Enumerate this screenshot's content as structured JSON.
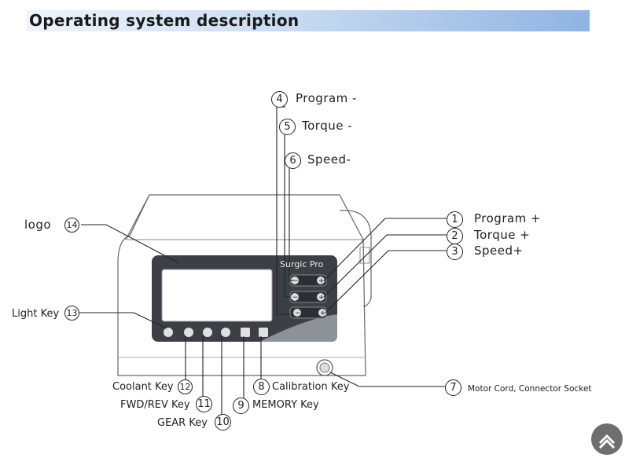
{
  "header": {
    "title": "Operating system description"
  },
  "device": {
    "brand": "Surgic Pro"
  },
  "callouts": [
    {
      "num": "1",
      "label": "Program +"
    },
    {
      "num": "2",
      "label": "Torque +"
    },
    {
      "num": "3",
      "label": "Speed+"
    },
    {
      "num": "4",
      "label": "Program -"
    },
    {
      "num": "5",
      "label": "Torque -"
    },
    {
      "num": "6",
      "label": "Speed-"
    },
    {
      "num": "7",
      "label": "Motor Cord, Connector Socket"
    },
    {
      "num": "8",
      "label": "Calibration Key"
    },
    {
      "num": "9",
      "label": "MEMORY Key"
    },
    {
      "num": "10",
      "label": "GEAR Key"
    },
    {
      "num": "11",
      "label": "FWD/REV Key"
    },
    {
      "num": "12",
      "label": "Coolant Key"
    },
    {
      "num": "13",
      "label": "Light Key"
    },
    {
      "num": "14",
      "label": "logo"
    }
  ],
  "icons": {
    "scroll_top": "chevron-up-icon"
  }
}
